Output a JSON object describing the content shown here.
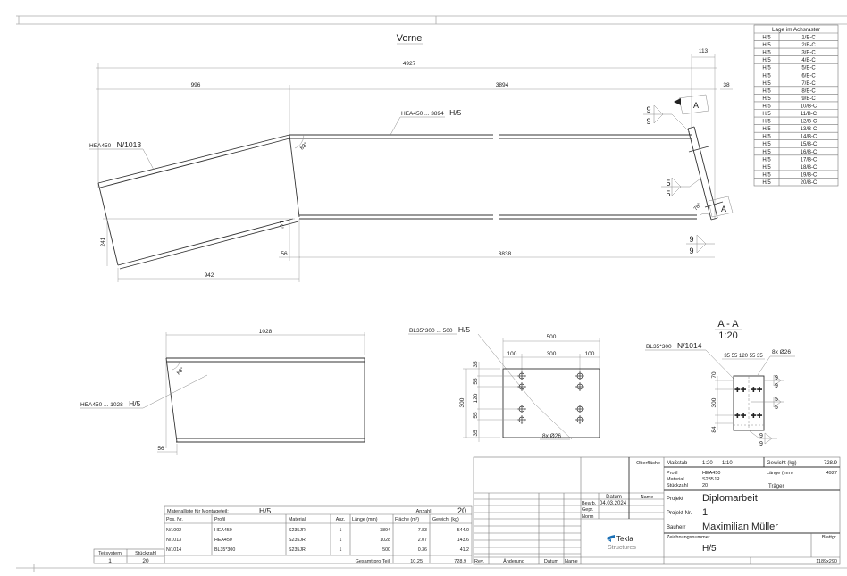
{
  "drawing": {
    "view_front_title": "Vorne",
    "front_view": {
      "dim_total": "4927",
      "dim_left": "996",
      "dim_right": "3894",
      "dim_113": "113",
      "dim_38": "38",
      "dim_241": "241",
      "dim_942": "942",
      "dim_56": "56",
      "dim_3838": "3838",
      "angle_83": "83°",
      "angle_14": "14°",
      "angle_76": "76°",
      "label_beam_main_prefix": "HEA450 ... 3894",
      "label_beam_main_mark": "H/5",
      "label_beam_left_prefix": "HEA450",
      "label_beam_left_mark": "N/1013",
      "section_marker": "A",
      "weld_top": [
        "9",
        "9"
      ],
      "weld_mid": [
        "5",
        "5"
      ],
      "weld_bottom": [
        "9",
        "9"
      ]
    },
    "part_view": {
      "dim_length": "1028",
      "dim_56": "56",
      "angle": "83°",
      "label_prefix": "HEA450 ... 1028",
      "label_mark": "H/5"
    },
    "plate_view": {
      "label_prefix": "BL35*300 ... 500",
      "label_mark": "H/5",
      "dim_500": "500",
      "dim_100_left": "100",
      "dim_300_h": "300",
      "dim_100_right": "100",
      "dim_35_top": "35",
      "dim_55_a": "55",
      "dim_120": "120",
      "dim_55_b": "55",
      "dim_35_bottom": "35",
      "dim_300_v": "300",
      "holes_label": "8x Ø26"
    },
    "section_view": {
      "title": "A - A",
      "scale": "1:20",
      "label_prefix": "BL35*300",
      "label_mark": "N/1014",
      "dims_top": "35  55 120 55  35",
      "holes_label": "8x Ø26",
      "dim_70": "70",
      "dim_300": "300",
      "dim_84": "84",
      "weld_top": [
        "9",
        "9"
      ],
      "weld_mid": [
        "5",
        "5"
      ],
      "weld_bottom": [
        "9",
        "9"
      ]
    }
  },
  "axis_table": {
    "header": "Lage im Achsraster",
    "rows": [
      [
        "H/5",
        "1/B-C"
      ],
      [
        "H/5",
        "2/B-C"
      ],
      [
        "H/5",
        "3/B-C"
      ],
      [
        "H/5",
        "4/B-C"
      ],
      [
        "H/5",
        "5/B-C"
      ],
      [
        "H/5",
        "6/B-C"
      ],
      [
        "H/5",
        "7/B-C"
      ],
      [
        "H/5",
        "8/B-C"
      ],
      [
        "H/5",
        "9/B-C"
      ],
      [
        "H/5",
        "10/B-C"
      ],
      [
        "H/5",
        "11/B-C"
      ],
      [
        "H/5",
        "12/B-C"
      ],
      [
        "H/5",
        "13/B-C"
      ],
      [
        "H/5",
        "14/B-C"
      ],
      [
        "H/5",
        "15/B-C"
      ],
      [
        "H/5",
        "16/B-C"
      ],
      [
        "H/5",
        "17/B-C"
      ],
      [
        "H/5",
        "18/B-C"
      ],
      [
        "H/5",
        "19/B-C"
      ],
      [
        "H/5",
        "20/B-C"
      ]
    ]
  },
  "material_list": {
    "title": "Materialliste für Montageteil:",
    "assembly": "H/5",
    "count_label": "Anzahl:",
    "count": "20",
    "columns": [
      "Pos. Nr.",
      "Profil",
      "Material",
      "Anz.",
      "Länge (mm)",
      "Fläche (m²)",
      "Gewicht (kg)"
    ],
    "rows": [
      [
        "N/1002",
        "HEA450",
        "S235JR",
        "1",
        "3894",
        "7.83",
        "544.0"
      ],
      [
        "N/1013",
        "HEA450",
        "S235JR",
        "1",
        "1028",
        "2.07",
        "143.6"
      ],
      [
        "N/1014",
        "BL35*300",
        "S235JR",
        "1",
        "500",
        "0.36",
        "41.2"
      ]
    ],
    "total_label": "Gesamt pro Teil",
    "total_area": "10.25",
    "total_weight": "728.9"
  },
  "subsystem": {
    "col1": "Teilsystem",
    "col2": "Stückzahl",
    "val1": "1",
    "val2": "20"
  },
  "title_block": {
    "surface_label": "Oberfläche",
    "scale_label": "Maßstab",
    "scale_1": "1:20",
    "scale_2": "1:10",
    "weight_label": "Gewicht (kg)",
    "weight_value": "728.9",
    "profile_label": "Profil",
    "profile_value": "HEA450",
    "material_label": "Material",
    "material_value": "S235JR",
    "count_label": "Stückzahl",
    "count_value": "20",
    "length_label": "Länge (mm)",
    "length_value": "4927",
    "part_type": "Träger",
    "date_header": "Datum",
    "name_header": "Name",
    "drawn_label": "Bearb.",
    "drawn_date": "04.03.2024",
    "checked_label": "Gepr.",
    "norm_label": "Norm",
    "project_label": "Projekt",
    "project_value": "Diplomarbeit",
    "project_no_label": "Projekt-Nr.",
    "project_no_value": "1",
    "client_label": "Bauherr",
    "client_value": "Maximilian Müller",
    "drawing_no_label": "Zeichnungsnummer",
    "drawing_no_value": "H/5",
    "sheet_size_label": "Blattgr.",
    "sheet_size_value": "1189x290",
    "logo_line1": "Tekla",
    "logo_line2": "Structures",
    "rev_label": "Rev.",
    "change_label": "Änderung",
    "rev_date_label": "Datum",
    "rev_name_label": "Name"
  },
  "colors": {
    "line": "#333333",
    "dim_line": "#999999",
    "tekla_blue": "#1a6fb5"
  }
}
